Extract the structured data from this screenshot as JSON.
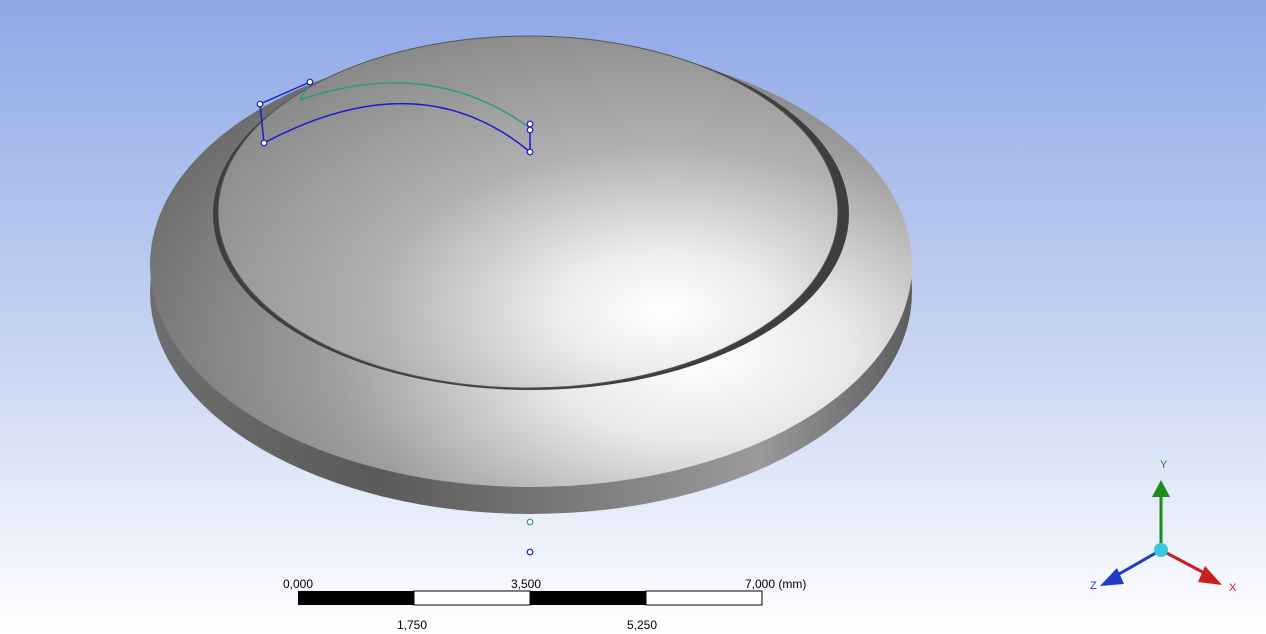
{
  "scale_bar": {
    "ticks_top": [
      "0,000",
      "3,500",
      "7,000 (mm)"
    ],
    "ticks_bottom": [
      "1,750",
      "5,250"
    ]
  },
  "triad": {
    "y_label": "Y",
    "x_label": "X",
    "z_label": "Z",
    "colors": {
      "y": "#1a8a1a",
      "x": "#c81e1e",
      "z": "#1e3cc8",
      "origin": "#38c8e0"
    }
  },
  "colors": {
    "background_top": "#8fa8e6",
    "background_bottom": "#ffffff",
    "sketch_blue": "#1a1ad0",
    "sketch_teal": "#2a9a8a"
  }
}
